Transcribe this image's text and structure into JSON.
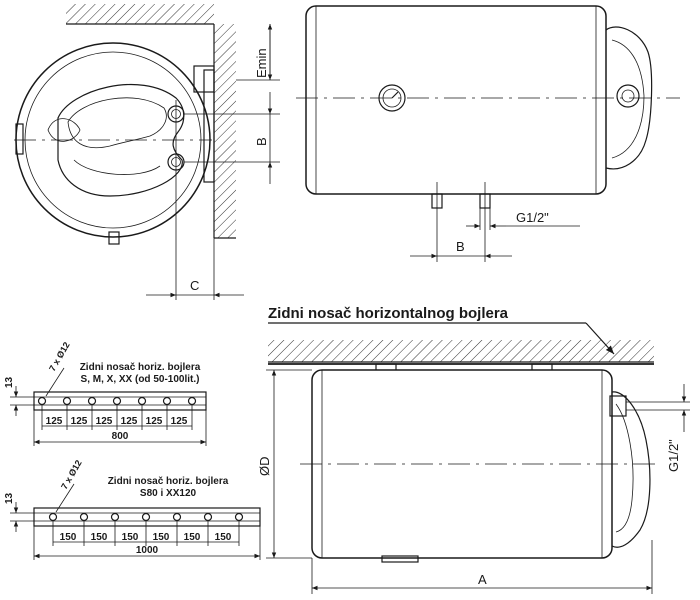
{
  "top_left_view": {
    "dim_emin": "Emin",
    "dim_b": "B",
    "dim_c": "C"
  },
  "top_right_view": {
    "dim_thread": "G1/2\"",
    "dim_b": "B"
  },
  "bracket_section": {
    "title": "Zidni nosač horizontalnog bojlera"
  },
  "bracket_small": {
    "title_line1": "Zidni nosač horiz. bojlera",
    "title_line2": "S, M, X, XX (od 50-100lit.)",
    "holes_label": "7 x Ø12",
    "height_label": "13",
    "spacings": [
      "125",
      "125",
      "125",
      "125",
      "125",
      "125"
    ],
    "total": "800"
  },
  "bracket_large": {
    "title_line1": "Zidni nosač horiz. bojlera",
    "title_line2": "S80 i XX120",
    "holes_label": "7 x Ø12",
    "height_label": "13",
    "spacings": [
      "150",
      "150",
      "150",
      "150",
      "150",
      "150"
    ],
    "total": "1000"
  },
  "bottom_view": {
    "dim_diameter": "ØD",
    "dim_length": "A",
    "dim_thread": "G1/2\""
  }
}
